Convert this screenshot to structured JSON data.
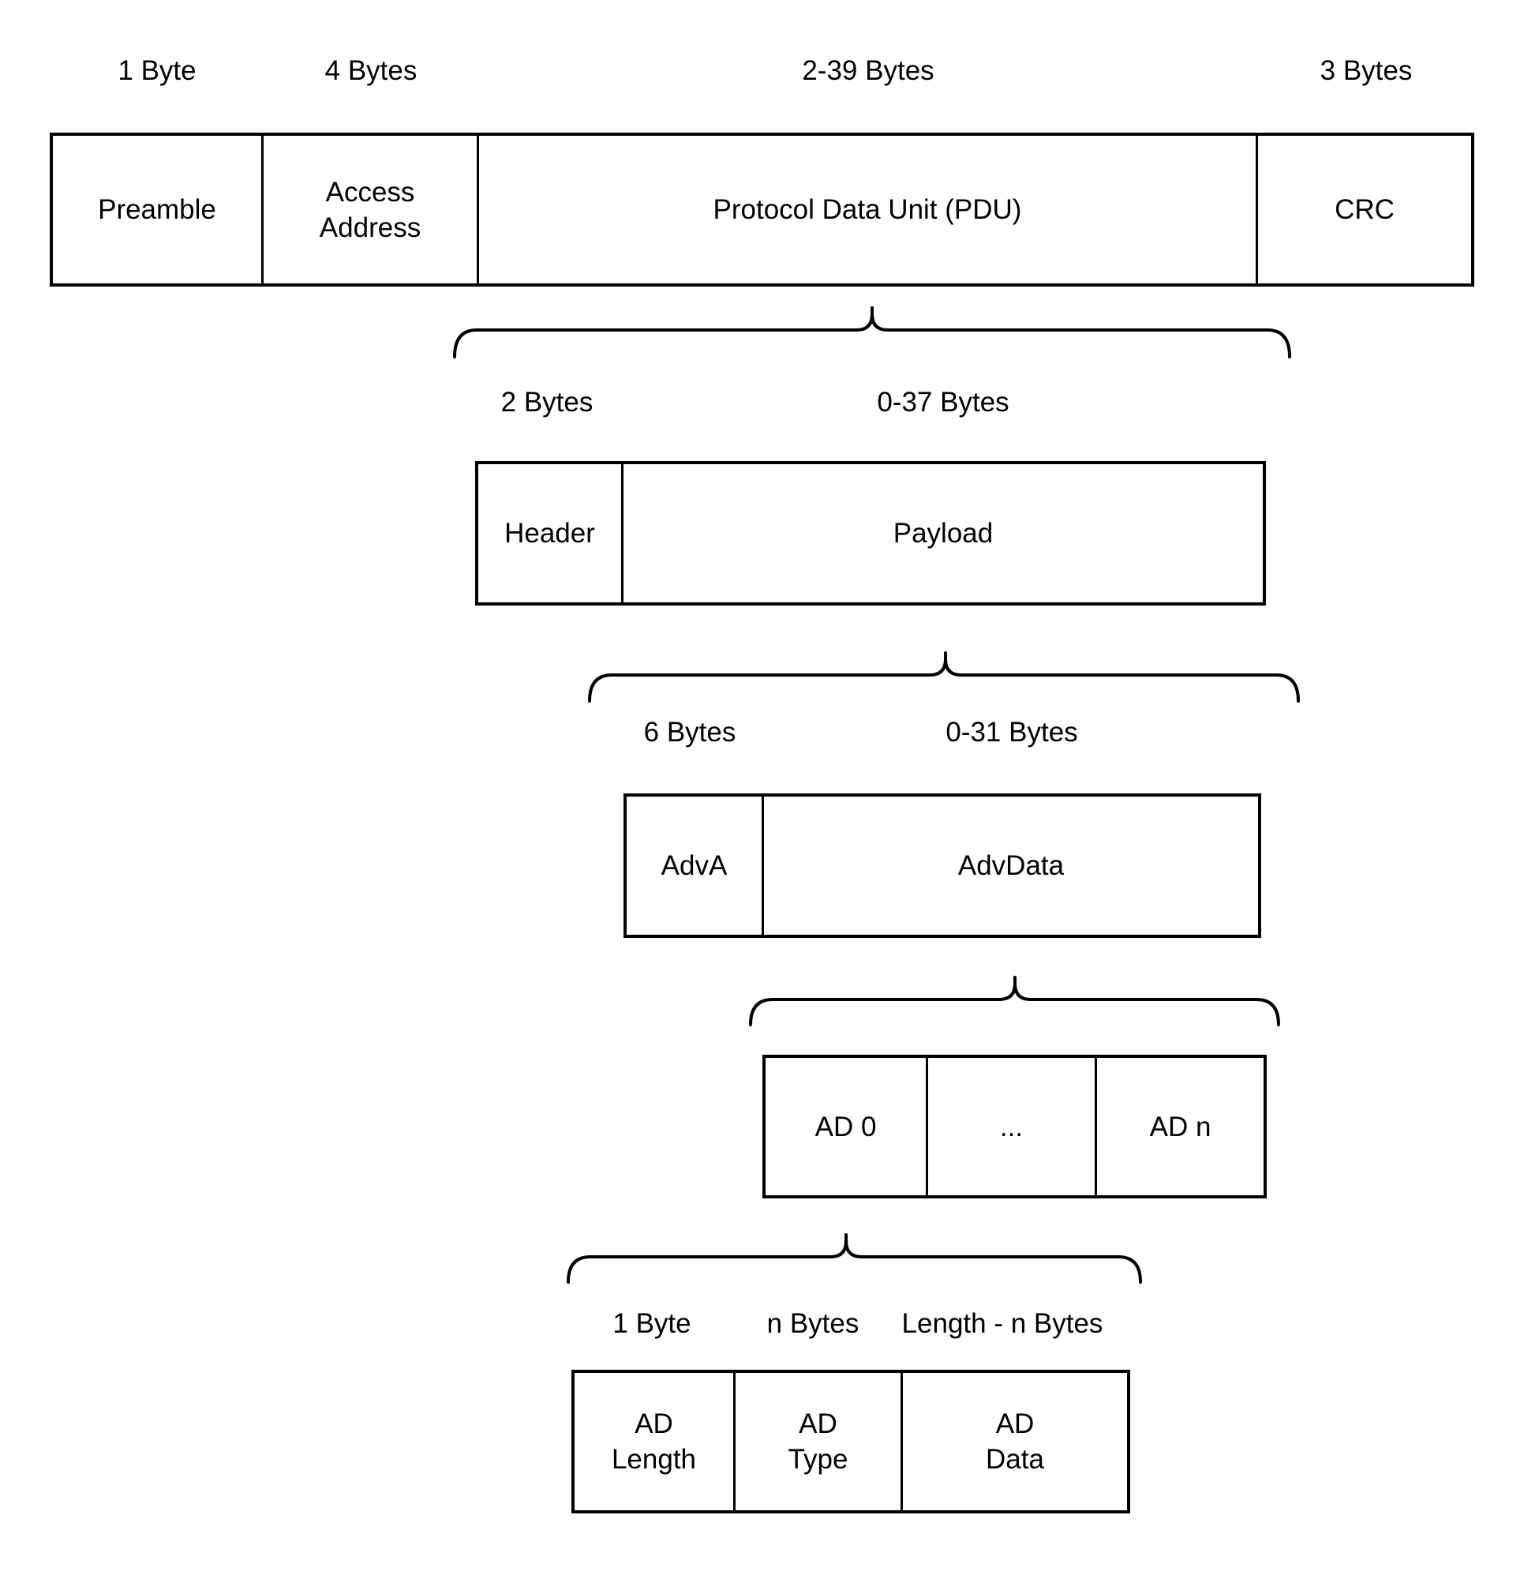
{
  "colors": {
    "background": "#ffffff",
    "line": "#000000",
    "text": "#000000"
  },
  "levels": [
    {
      "name": "packet",
      "labels": [
        "1 Byte",
        "4 Bytes",
        "2-39 Bytes",
        "3 Bytes"
      ],
      "cells": [
        "Preamble",
        "Access\nAddress",
        "Protocol Data Unit (PDU)",
        "CRC"
      ]
    },
    {
      "name": "pdu",
      "labels": [
        "2 Bytes",
        "0-37 Bytes"
      ],
      "cells": [
        "Header",
        "Payload"
      ]
    },
    {
      "name": "payload",
      "labels": [
        "6 Bytes",
        "0-31 Bytes"
      ],
      "cells": [
        "AdvA",
        "AdvData"
      ]
    },
    {
      "name": "advdata",
      "labels": [],
      "cells": [
        "AD 0",
        "...",
        "AD n"
      ]
    },
    {
      "name": "ad-structure",
      "labels": [
        "1 Byte",
        "n Bytes",
        "Length - n Bytes"
      ],
      "cells": [
        "AD\nLength",
        "AD\nType",
        "AD\nData"
      ]
    }
  ]
}
